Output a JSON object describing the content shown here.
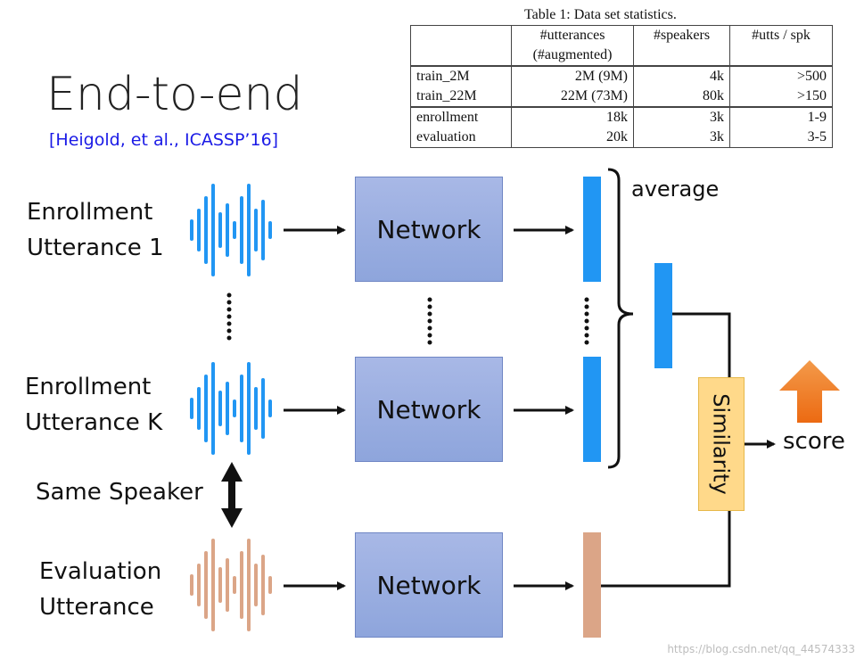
{
  "title": "End-to-end",
  "citation": "[Heigold, et al., ICASSP’16]",
  "table": {
    "caption": "Table 1:  Data set statistics.",
    "headers": [
      "",
      "#utterances (#augmented)",
      "#speakers",
      "#utts / spk"
    ],
    "rows": [
      [
        "train_2M",
        "2M (9M)",
        "4k",
        ">500"
      ],
      [
        "train_22M",
        "22M (73M)",
        "80k",
        ">150"
      ],
      [
        "enrollment",
        "18k",
        "3k",
        "1-9"
      ],
      [
        "evaluation",
        "20k",
        "3k",
        "3-5"
      ]
    ]
  },
  "inputs": {
    "enroll1": [
      "Enrollment",
      "Utterance 1"
    ],
    "enrollK": [
      "Enrollment",
      "Utterance K"
    ],
    "evaluation": [
      "Evaluation",
      "Utterance"
    ],
    "same_speaker": "Same Speaker"
  },
  "network_label": "Network",
  "average_label": "average",
  "similarity_label": "Similarity",
  "score_label": "score",
  "watermark": "https://blog.csdn.net/qq_44574333",
  "colors": {
    "enroll_wave": "#2196f3",
    "eval_wave": "#dba587",
    "network_fill": "#98aee0",
    "similarity_fill": "#ffd98a",
    "score_arrow": "#f07a20"
  },
  "icons": [
    "waveform-icon",
    "double-arrow-icon",
    "up-arrow-icon"
  ]
}
